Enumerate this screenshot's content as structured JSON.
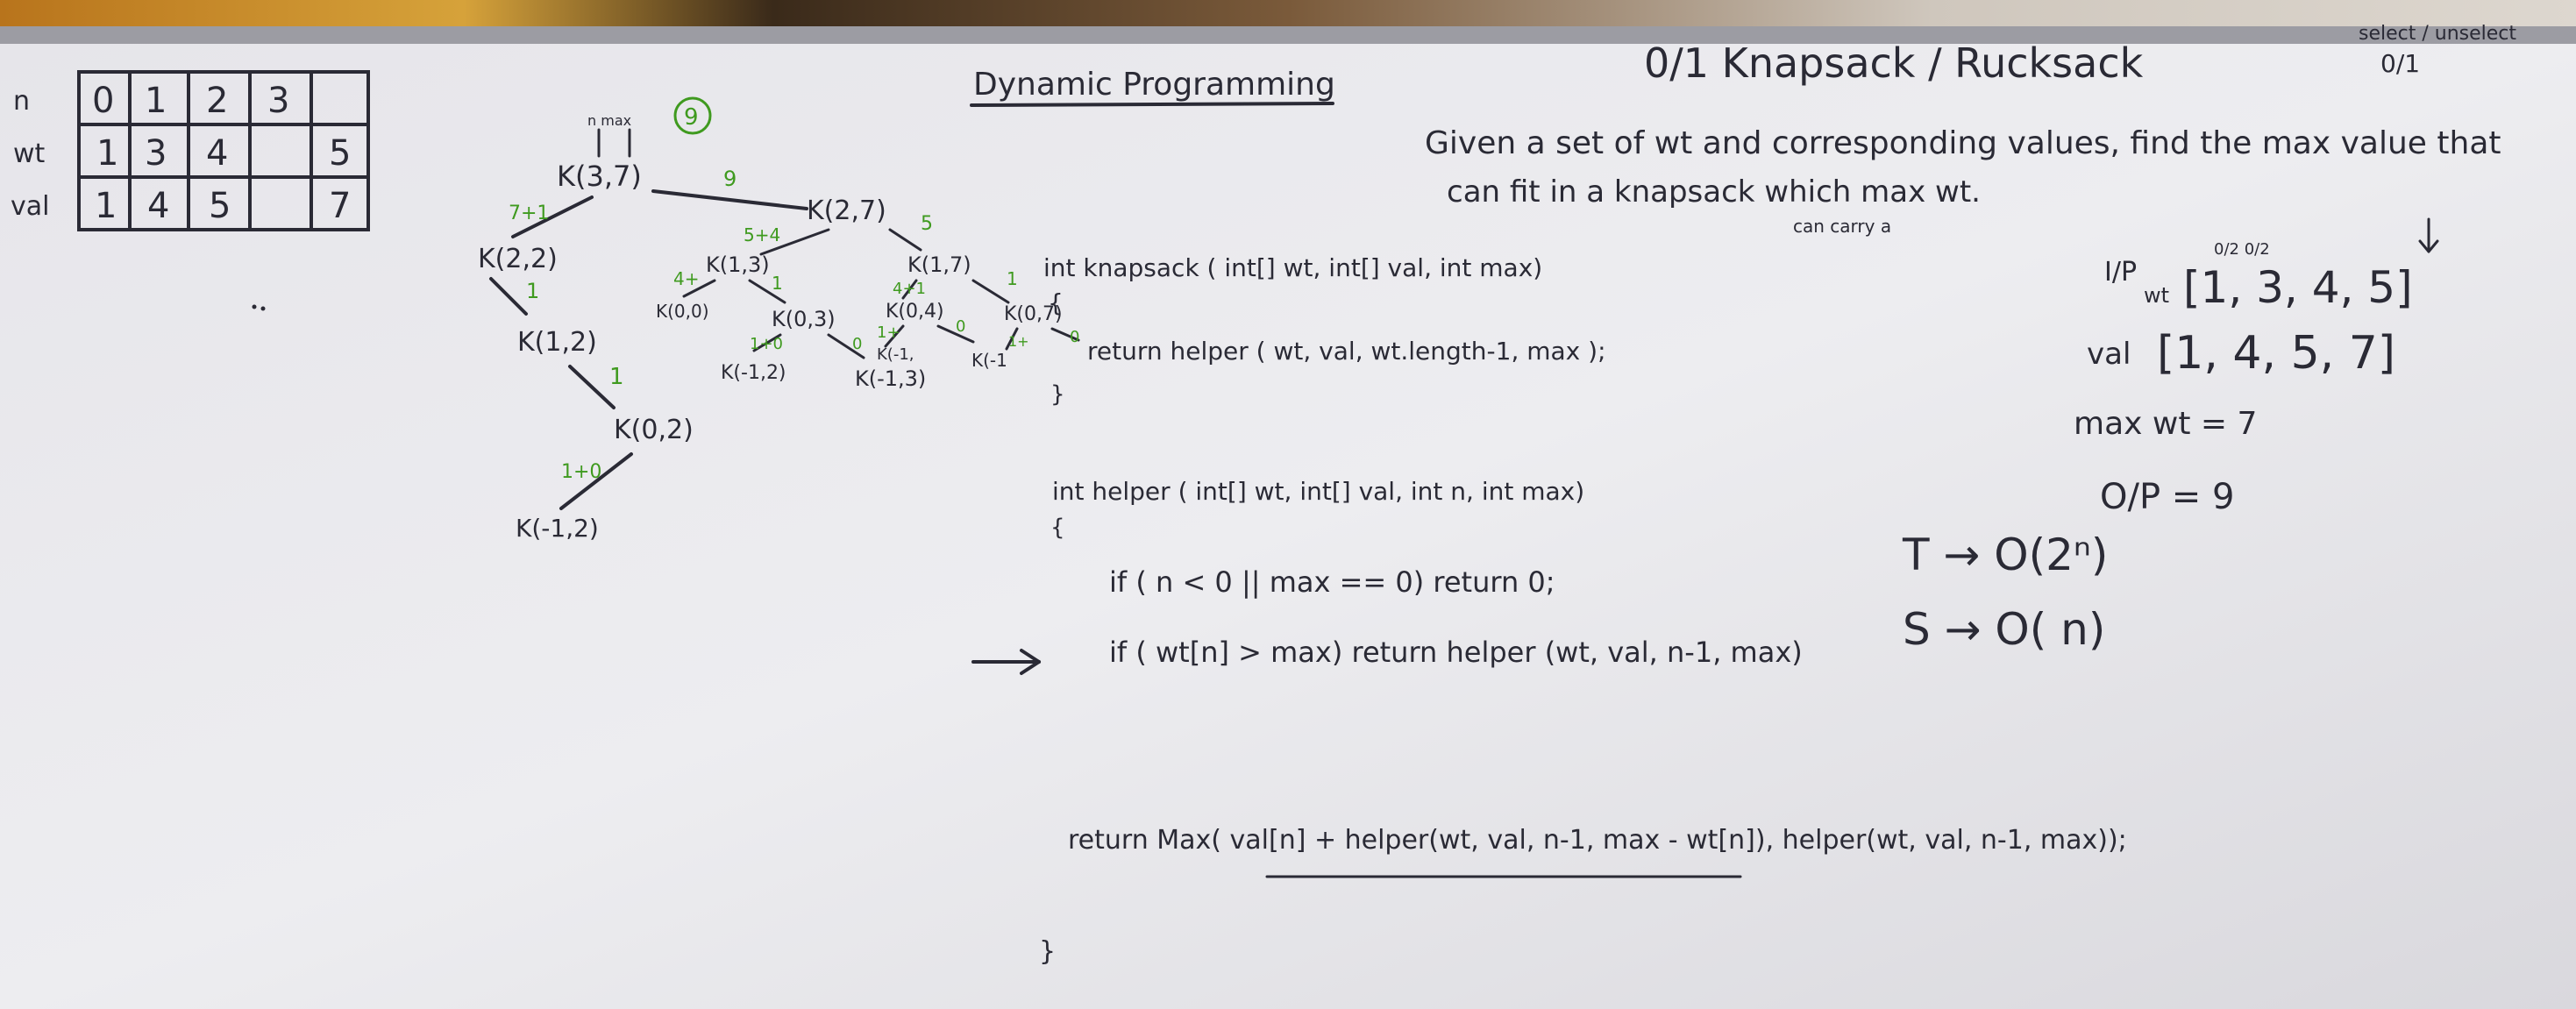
{
  "board": {
    "title": "Dynamic Programming",
    "topic": "0/1 Knapsack / Rucksack",
    "corner_note": "select / unselect",
    "corner_note_2": "0/1",
    "problem_line1": "Given a set of wt and corresponding values, find the max value that",
    "problem_line2": "can fit in a knapsack which max wt.",
    "problem_insert": "can carry a"
  },
  "table": {
    "rows": [
      {
        "label": "n",
        "cells": [
          "0",
          "1",
          "2",
          "3"
        ]
      },
      {
        "label": "wt",
        "cells": [
          "1",
          "3",
          "4",
          "5"
        ]
      },
      {
        "label": "val",
        "cells": [
          "1",
          "4",
          "5",
          "7"
        ]
      }
    ]
  },
  "tree": {
    "arrow_labels": "n  max",
    "answer": "9",
    "nodes": {
      "root": "K(3,7)",
      "k22": "K(2,2)",
      "k27": "K(2,7)",
      "k12": "K(1,2)",
      "k02": "K(0,2)",
      "km12_bottom": "K(-1,2)",
      "k13": "K(1,3)",
      "k00": "K(0,0)",
      "k03": "K(0,3)",
      "km12": "K(-1,2)",
      "km13": "K(-1,3)",
      "k17": "K(1,7)",
      "k04": "K(0,4)",
      "k07": "K(0,7)",
      "km1a": "K(-1,",
      "km1b": "K(-1"
    },
    "edges": {
      "root_left": "7+1",
      "root_right": "9",
      "k22_down": "1",
      "k12_down": "1",
      "k02_down": "1+0",
      "k27_left": "5+4",
      "k27_right": "5",
      "k13_left": "4+",
      "k13_right": "1",
      "k03_left": "1+0",
      "k03_right": "0",
      "k17_left": "4+1",
      "k17_right": "1",
      "k04_left": "1+",
      "k04_right": "0",
      "k07_left": "1+",
      "k07_right": "0"
    }
  },
  "code": {
    "line1": "int knapsack ( int[] wt, int[] val, int max)",
    "line2": "{",
    "line3": "return helper ( wt, val, wt.length-1, max );",
    "line4": "}",
    "line5": "int helper ( int[] wt, int[] val, int n, int max)",
    "line6": "{",
    "line7": "if ( n < 0 || max == 0) return 0;",
    "line8": "if ( wt[n] > max) return helper (wt, val, n-1, max)",
    "line9": "return Max( val[n] + helper(wt, val, n-1, max - wt[n]), helper(wt, val, n-1, max));",
    "line10": "}"
  },
  "example": {
    "ip_label": "I/P",
    "wt_label": "wt",
    "wt_values": "[1, 3, 4, 5]",
    "val_label": "val",
    "val_values": "[1, 4, 5, 7]",
    "index_note": "0/2  0/2",
    "max_wt": "max wt = 7",
    "op": "O/P = 9",
    "time": "T → O(2ⁿ)",
    "space": "S → O( n)"
  }
}
